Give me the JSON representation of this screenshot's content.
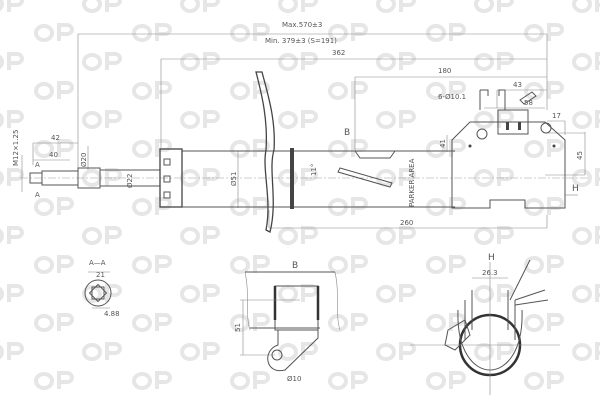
{
  "watermark": {
    "logo_text": "OP",
    "color": "#e3e3e3"
  },
  "main_view": {
    "max_length": "Max.570±3",
    "min_length": "Min. 379±3 (S=191)",
    "dim_362": "362",
    "dim_180": "180",
    "dim_43": "43",
    "dim_58": "58",
    "dim_17": "17",
    "holes": "6-Ø10.1",
    "section_b": "B",
    "dim_42": "42",
    "dim_40": "40",
    "thread": "M12×1.25",
    "rod_dia": "Ø20",
    "section_a_top": "A",
    "section_a_bottom": "A",
    "dia_22": "Ø22",
    "dia_51": "Ø51",
    "angle": "11°",
    "dim_41": "41",
    "dim_45": "45",
    "view_h": "H",
    "parker_area": "PARKER AREA",
    "dim_260": "260"
  },
  "section_aa": {
    "title": "A—A",
    "dim_21": "21",
    "dim_488": "4.88"
  },
  "detail_b": {
    "title": "B",
    "dim_51": "51",
    "hole": "Ø10"
  },
  "view_h": {
    "title": "H",
    "dim_263": "26.3"
  }
}
